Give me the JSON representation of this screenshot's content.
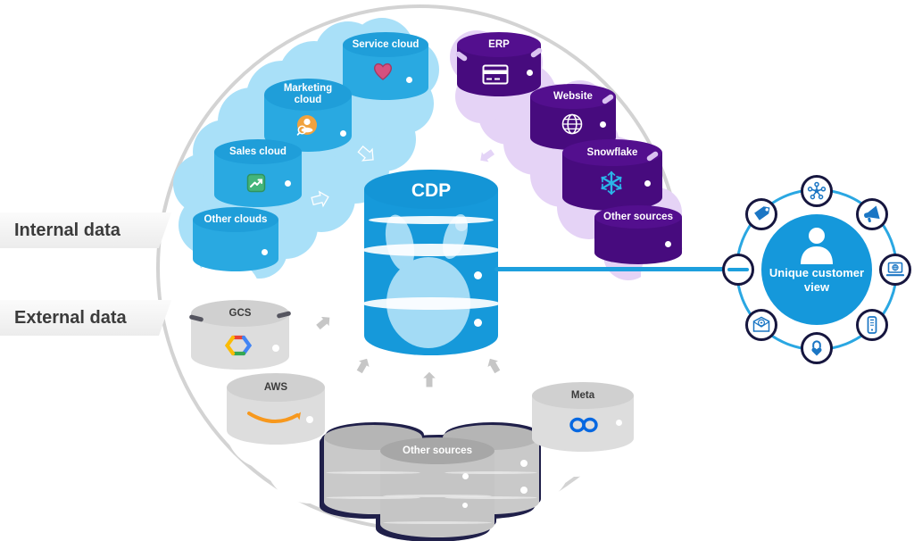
{
  "diagram": {
    "center": {
      "label": "CDP"
    },
    "left_labels": {
      "internal": "Internal data",
      "external": "External data"
    },
    "internal_sources": [
      {
        "label": "Service cloud",
        "icon": "heart-icon"
      },
      {
        "label": "Marketing cloud",
        "icon": "customer-search-icon"
      },
      {
        "label": "Sales cloud",
        "icon": "growth-chart-icon"
      },
      {
        "label": "Other clouds",
        "icon": ""
      }
    ],
    "enterprise_sources": [
      {
        "label": "ERP",
        "icon": "card-icon"
      },
      {
        "label": "Website",
        "icon": "globe-icon"
      },
      {
        "label": "Snowflake",
        "icon": "snowflake-icon"
      },
      {
        "label": "Other sources",
        "icon": ""
      }
    ],
    "external_sources": [
      {
        "label": "GCS",
        "icon": "google-cloud-icon"
      },
      {
        "label": "AWS",
        "icon": "amazon-smile-icon"
      },
      {
        "label": "Meta",
        "icon": "meta-icon"
      },
      {
        "label": "Other sources",
        "icon": ""
      }
    ],
    "hub": {
      "title_lines": [
        "Unique customer",
        "view"
      ],
      "satellites": [
        "network-icon",
        "megaphone-icon",
        "laptop-globe-icon",
        "smartphone-icon",
        "lock-heart-icon",
        "email-icon",
        "connector-node",
        "price-tag-icon"
      ]
    },
    "colors": {
      "internal_blue": "#29A9E1",
      "internal_cloud": "#A9E0F8",
      "enterprise_purple": "#470B7E",
      "enterprise_cloud": "#E5D3F6",
      "external_gray": "#DDDDDD",
      "cdp_blue": "#1699DA",
      "hub_blue": "#1598DB",
      "connector_blue": "#1D9FDD",
      "outer_ring_gray": "#D3D3D3"
    }
  }
}
